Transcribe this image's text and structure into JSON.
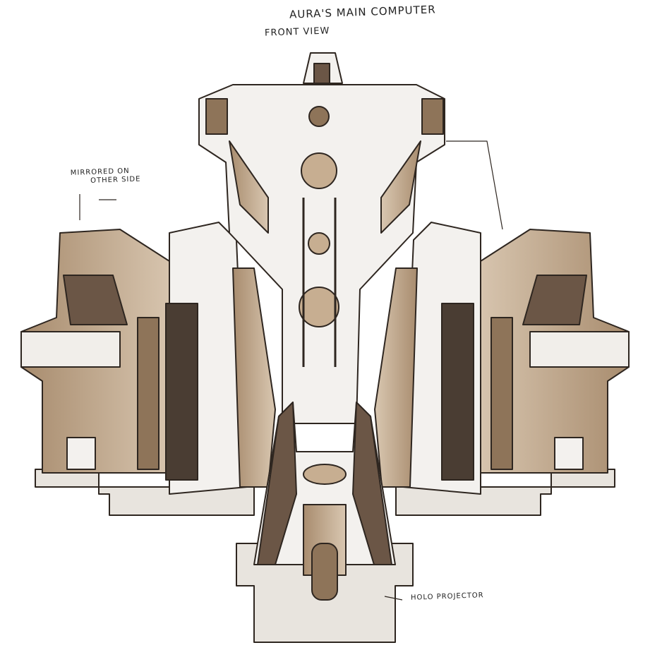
{
  "title": "AURA'S MAIN COMPUTER",
  "subtitle": "FRONT VIEW",
  "annotations": {
    "mirrored_line1": "MIRRORED ON",
    "mirrored_line2": "OTHER SIDE",
    "holo": "HOLO PROJECTOR"
  },
  "colors": {
    "paper": "#ffffff",
    "white_surface": "#f3f1ee",
    "tan": "#c7ae91",
    "brown": "#8e7459",
    "ink": "#2e2620"
  }
}
